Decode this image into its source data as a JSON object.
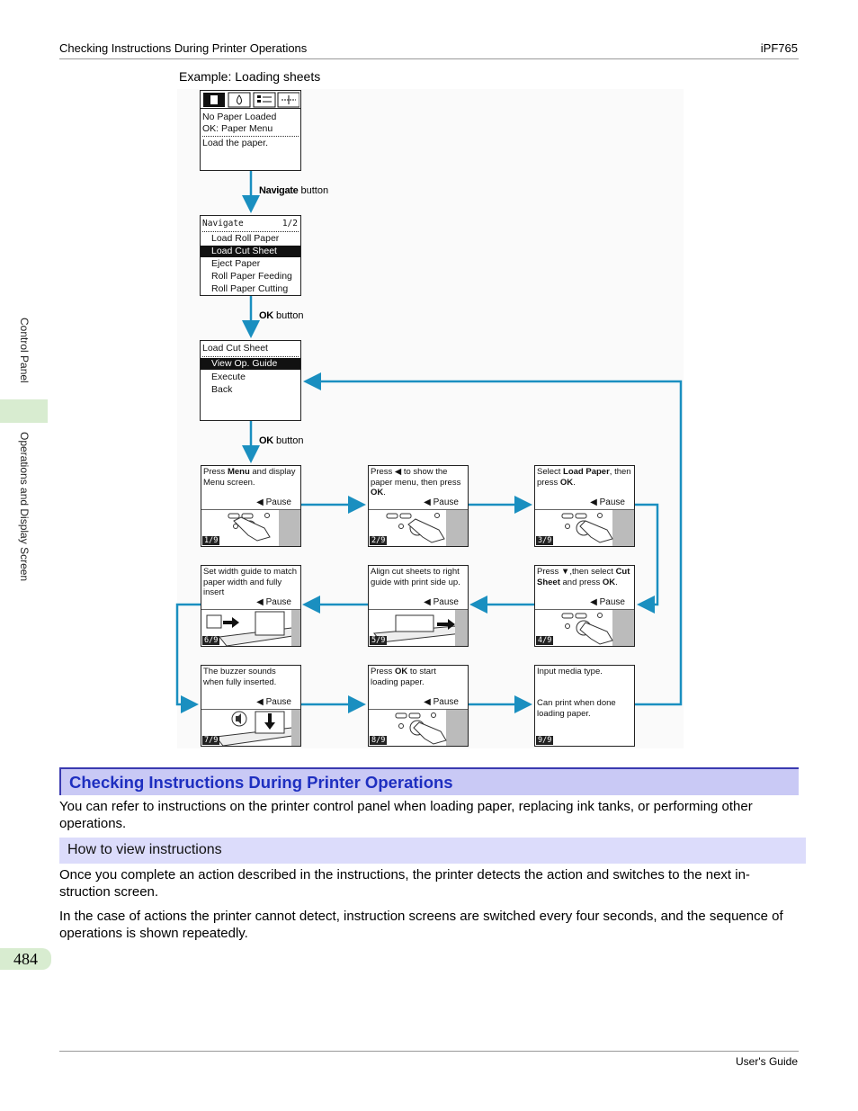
{
  "header": {
    "left": "Checking Instructions During Printer Operations",
    "right": "iPF765"
  },
  "footer": {
    "right": "User's Guide"
  },
  "side": {
    "tab1": "Control Panel",
    "tab2": "Operations and Display Screen"
  },
  "page_number": "484",
  "example_title": "Example: Loading sheets",
  "screen1": {
    "line1": "No Paper Loaded",
    "line2": "OK: Paper Menu",
    "line3": "Load the paper."
  },
  "nav_btn": {
    "bold": "Navigate",
    "rest": " button"
  },
  "screen2": {
    "title": "Navigate",
    "page": "1/2",
    "items": [
      "Load Roll Paper",
      "Load Cut Sheet",
      "Eject Paper",
      "Roll Paper Feeding",
      "Roll Paper Cutting"
    ]
  },
  "ok_btn": {
    "bold": "OK",
    "rest": " button"
  },
  "screen3": {
    "title": "Load Cut Sheet",
    "items": [
      "View Op. Guide",
      "Execute",
      "Back"
    ]
  },
  "pause_label": "◀ Pause",
  "steps": [
    {
      "t1": "Press ",
      "b1": "Menu",
      "t2": " and display Menu screen.",
      "num": "1/9"
    },
    {
      "t1": "Press ◀ to show the paper menu, then press ",
      "b1": "OK",
      "t2": ".",
      "num": "2/9"
    },
    {
      "t1": "Select ",
      "b1": "Load Paper",
      "t2": ", then press ",
      "b2": "OK",
      "t3": ".",
      "num": "3/9"
    },
    {
      "t1": "Press ▼,then select ",
      "b1": "Cut Sheet",
      "t2": " and press ",
      "b2": "OK",
      "t3": ".",
      "num": "4/9"
    },
    {
      "t1": "Align cut sheets to right guide with print side up.",
      "num": "5/9"
    },
    {
      "t1": "Set width guide to match paper width and fully insert",
      "num": "6/9"
    },
    {
      "t1": "The buzzer sounds when fully inserted.",
      "num": "7/9"
    },
    {
      "t1": "Press ",
      "b1": "OK",
      "t2": " to start loading paper.",
      "num": "8/9"
    },
    {
      "t1": "Input media type.",
      "t2": "Can print when done loading paper.",
      "num": "9/9"
    }
  ],
  "section": {
    "title": "Checking Instructions During Printer Operations",
    "intro": "You can refer to instructions on the printer control panel when loading paper, replacing ink tanks, or performing other operations.",
    "subheading": "How to view instructions",
    "para1": "Once you complete an action described in the instructions, the printer detects the action and switches to the next in-struction screen.",
    "para2": "In the case of actions the printer cannot detect, instruction screens are switched every four seconds, and the sequence of operations is shown repeatedly."
  },
  "colors": {
    "arrow": "#1a8fc0",
    "section_bg": "#c9c9f5",
    "section_text": "#1e2fc0",
    "tab_green": "#d8ecd0"
  }
}
